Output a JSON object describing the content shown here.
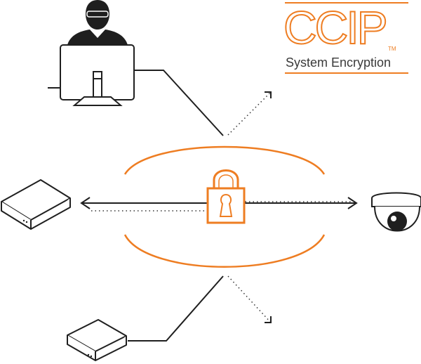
{
  "logo": {
    "title": "CCIP",
    "trademark": "TM",
    "subtitle": "System Encryption"
  },
  "colors": {
    "accent": "#ee7d22",
    "line": "#1f1f1f",
    "device_fill": "#ffffff",
    "user_fill": "#1f1f1f"
  },
  "icons": {
    "user": "hacker-user-icon",
    "monitor": "desktop-monitor-icon",
    "lock": "padlock-icon",
    "camera": "dome-camera-icon",
    "server": "nvr-box-icon",
    "small_box": "small-server-box-icon"
  }
}
